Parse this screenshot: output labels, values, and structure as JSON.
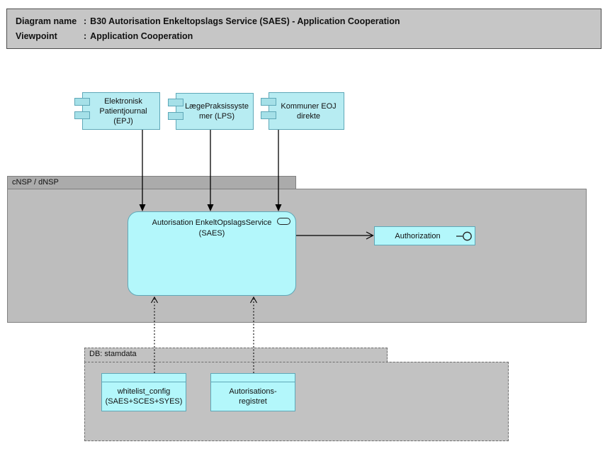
{
  "title_box": {
    "rows": [
      {
        "label": "Diagram name",
        "sep": ":",
        "value": "B30 Autorisation Enkeltopslags Service (SAES) - Application Cooperation"
      },
      {
        "label": "Viewpoint",
        "sep": ":",
        "value": "Application Cooperation"
      }
    ]
  },
  "groups": {
    "cnsp": {
      "label": "cNSP / dNSP"
    },
    "db": {
      "label": "DB: stamdata"
    }
  },
  "components": [
    {
      "label": "Elektronisk\nPatientjournal\n(EPJ)"
    },
    {
      "label": "LægePraksissyste\nmer (LPS)"
    },
    {
      "label": "Kommuner EOJ\ndirekte"
    }
  ],
  "application_service": {
    "label": "Autorisation EnkeltOpslagsService\n(SAES)"
  },
  "application_interface": {
    "label": "Authorization"
  },
  "data_objects": [
    {
      "label": "whitelist_config\n(SAES+SCES+SYES)"
    },
    {
      "label": "Autorisations-\nregistret"
    }
  ],
  "icons": {
    "component_tabs": "uml-component-icon",
    "service": "application-service-icon",
    "interface": "application-interface-icon"
  },
  "colors": {
    "cyan_fill": "#b7ecf2",
    "cyan_tab": "#a5e0e8",
    "cyan_bright_fill": "#b3f7fb",
    "cyan_border": "#5fa8b8",
    "group_header": "#ababab",
    "group_body": "#bdbdbd",
    "db_fill": "#c2c2c2",
    "title_fill": "#c6c6c6",
    "arrow": "#000000"
  }
}
